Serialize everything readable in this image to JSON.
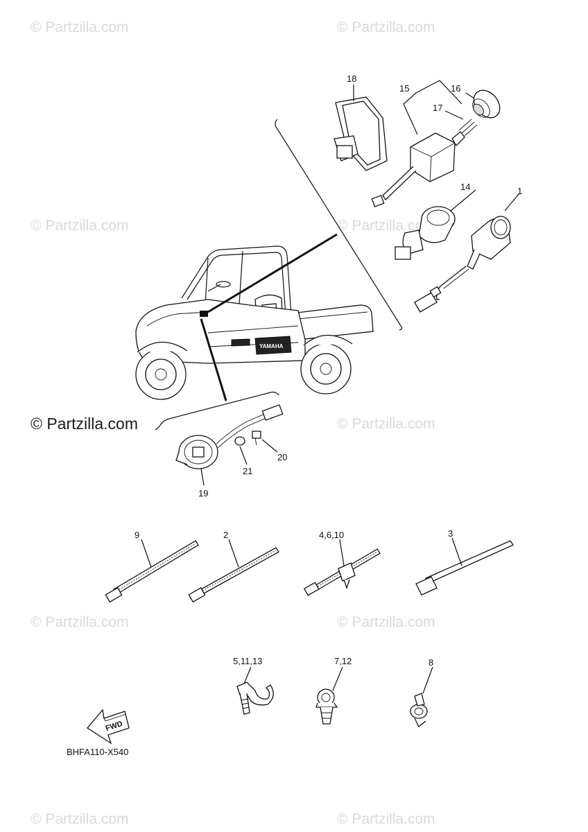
{
  "watermark": {
    "text": "Partzilla.com",
    "symbol": "©",
    "color_faint": "#d9d9d9",
    "color_main": "#1a1a1a"
  },
  "diagram_code": "BHFA110-X540",
  "fwd_label": "FWD",
  "vehicle_brand": "YAMAHA",
  "callouts": {
    "c1": "1",
    "c2": "2",
    "c3": "3",
    "c4_6_10": "4,6,10",
    "c5_11_13": "5,11,13",
    "c7_12": "7,12",
    "c8": "8",
    "c9": "9",
    "c14": "14",
    "c15": "15",
    "c16": "16",
    "c17": "17",
    "c18": "18",
    "c19": "19",
    "c20": "20",
    "c21": "21"
  }
}
